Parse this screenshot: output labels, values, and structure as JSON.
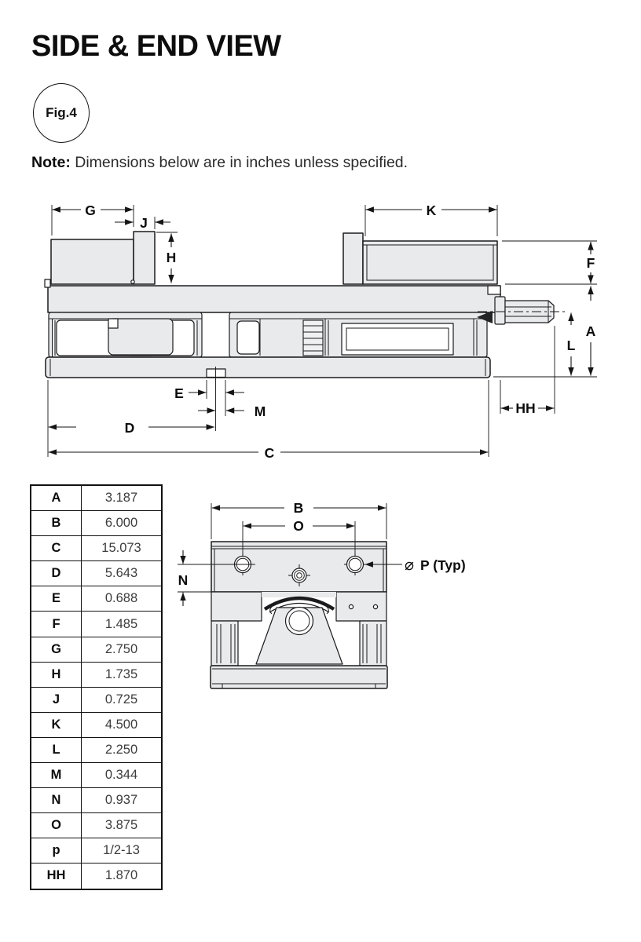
{
  "header": {
    "title": "SIDE & END VIEW",
    "fig_label": "Fig.4",
    "note_label": "Note:",
    "note_text": "Dimensions below are in inches unless specified."
  },
  "side_view": {
    "labels": {
      "G": "G",
      "J": "J",
      "H": "H",
      "K": "K",
      "F": "F",
      "A": "A",
      "L": "L",
      "E": "E",
      "M": "M",
      "D": "D",
      "C": "C",
      "HH": "HH"
    }
  },
  "end_view": {
    "labels": {
      "B": "B",
      "O": "O",
      "N": "N"
    },
    "p_symbol": "⌀",
    "p_label": "P (Typ)"
  },
  "dim_table": {
    "rows": [
      {
        "dim": "A",
        "value": "3.187"
      },
      {
        "dim": "B",
        "value": "6.000"
      },
      {
        "dim": "C",
        "value": "15.073"
      },
      {
        "dim": "D",
        "value": "5.643"
      },
      {
        "dim": "E",
        "value": "0.688"
      },
      {
        "dim": "F",
        "value": "1.485"
      },
      {
        "dim": "G",
        "value": "2.750"
      },
      {
        "dim": "H",
        "value": "1.735"
      },
      {
        "dim": "J",
        "value": "0.725"
      },
      {
        "dim": "K",
        "value": "4.500"
      },
      {
        "dim": "L",
        "value": "2.250"
      },
      {
        "dim": "M",
        "value": "0.344"
      },
      {
        "dim": "N",
        "value": "0.937"
      },
      {
        "dim": "O",
        "value": "3.875"
      },
      {
        "dim": "p",
        "value": "1/2-13"
      },
      {
        "dim": "HH",
        "value": "1.870"
      }
    ]
  }
}
